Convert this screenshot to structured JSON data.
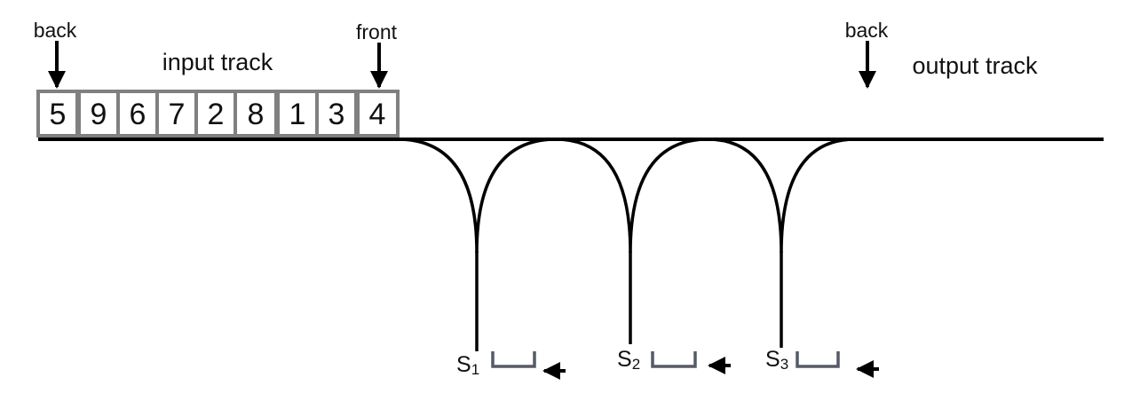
{
  "input_track": {
    "label": "input track",
    "back_label": "back",
    "front_label": "front",
    "cars": [
      "5",
      "9",
      "6",
      "7",
      "2",
      "8",
      "1",
      "3",
      "4"
    ]
  },
  "output_track": {
    "label": "output track",
    "back_label": "back"
  },
  "holding_tracks": [
    {
      "letter": "S",
      "index": "1"
    },
    {
      "letter": "S",
      "index": "2"
    },
    {
      "letter": "S",
      "index": "3"
    }
  ],
  "colors": {
    "track": "#000000",
    "cell_border": "#808080",
    "stack_bracket": "#555a66"
  }
}
